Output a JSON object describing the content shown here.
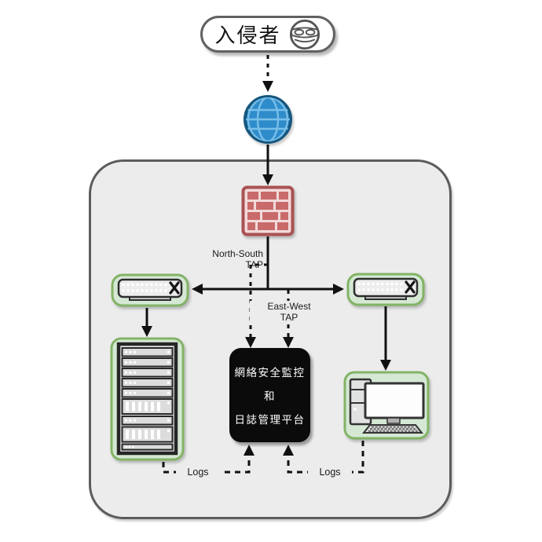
{
  "intruder": {
    "label": "入侵者",
    "icon": "bandit-mask-icon"
  },
  "internet": {
    "icon": "globe-icon"
  },
  "firewall": {
    "icon": "firewall-brick-icon"
  },
  "switches": {
    "left_icon": "network-switch-icon",
    "right_icon": "network-switch-icon"
  },
  "server": {
    "icon": "server-rack-icon"
  },
  "workstation": {
    "icon": "desktop-computer-icon"
  },
  "taps": {
    "north_south": {
      "line1": "North-South",
      "line2": "TAP"
    },
    "east_west": {
      "line1": "East-West",
      "line2": "TAP"
    }
  },
  "platform": {
    "line1": "網絡安全監控",
    "line2": "和",
    "line3": "日誌管理平台"
  },
  "logs": {
    "left": "Logs",
    "right": "Logs"
  },
  "colors": {
    "page_bg": "#ffffff",
    "zone_fill": "#ececec",
    "zone_stroke": "#5c5c5c",
    "green_fill": "#d5e8d4",
    "green_stroke": "#82b366",
    "red_fill": "#f2dada",
    "red_brick": "#c96a6a",
    "red_stroke": "#aa5252",
    "blue_fill": "#2f8ccb",
    "blue_stroke": "#16577f",
    "blue_grid": "#79bfe8",
    "platform_bg": "#0b0b0b",
    "platform_text": "#ffffff",
    "line_color": "#111111",
    "label_color": "#1a1a1a"
  }
}
